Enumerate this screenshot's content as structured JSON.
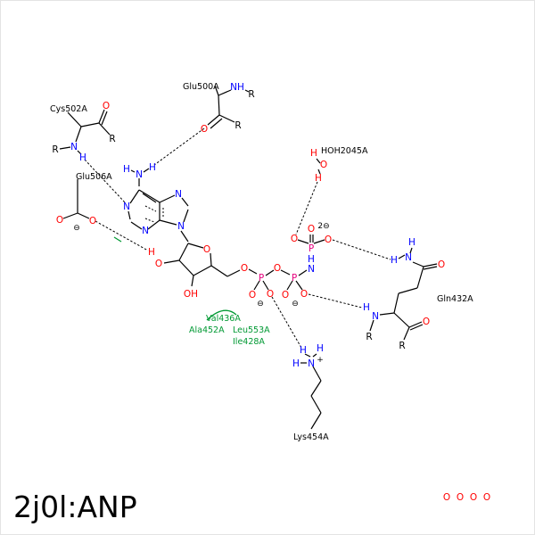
{
  "title": "2j0l:ANP",
  "residues": {
    "cys502": "Cys502A",
    "glu500": "Glu500A",
    "glu506": "Glu506A",
    "hoh2045": "HOH2045A",
    "gln432": "Gln432A",
    "lys454": "Lys454A"
  },
  "hydrophobic": {
    "val436": "Val436A",
    "ala452": "Ala452A",
    "leu553": "Leu553A",
    "ile428": "Ile428A"
  },
  "atom_labels": [
    "O",
    "R",
    "N",
    "H",
    "O",
    "NH",
    "R",
    "O",
    "R",
    "N",
    "H",
    "H",
    "N",
    "N",
    "N",
    "N",
    "O",
    "O",
    "H",
    "OH",
    "O",
    "O",
    "O",
    "O",
    "H",
    "O",
    "H",
    "O",
    "P",
    "O",
    "O",
    "O",
    "2⊖",
    "N",
    "H",
    "P",
    "O",
    "O",
    "O",
    "⊖",
    "P",
    "O",
    "O",
    "⊖",
    "H",
    "N",
    "H",
    "O",
    "N",
    "H",
    "R",
    "O",
    "R",
    "N",
    "+",
    "H",
    "H",
    "H",
    "R",
    "O",
    "⊖"
  ],
  "colors": {
    "carbon": "#000000",
    "oxygen": "#ff0000",
    "nitrogen": "#0000ff",
    "phosphorus": "#e6007e",
    "hydrophobic": "#009933"
  }
}
